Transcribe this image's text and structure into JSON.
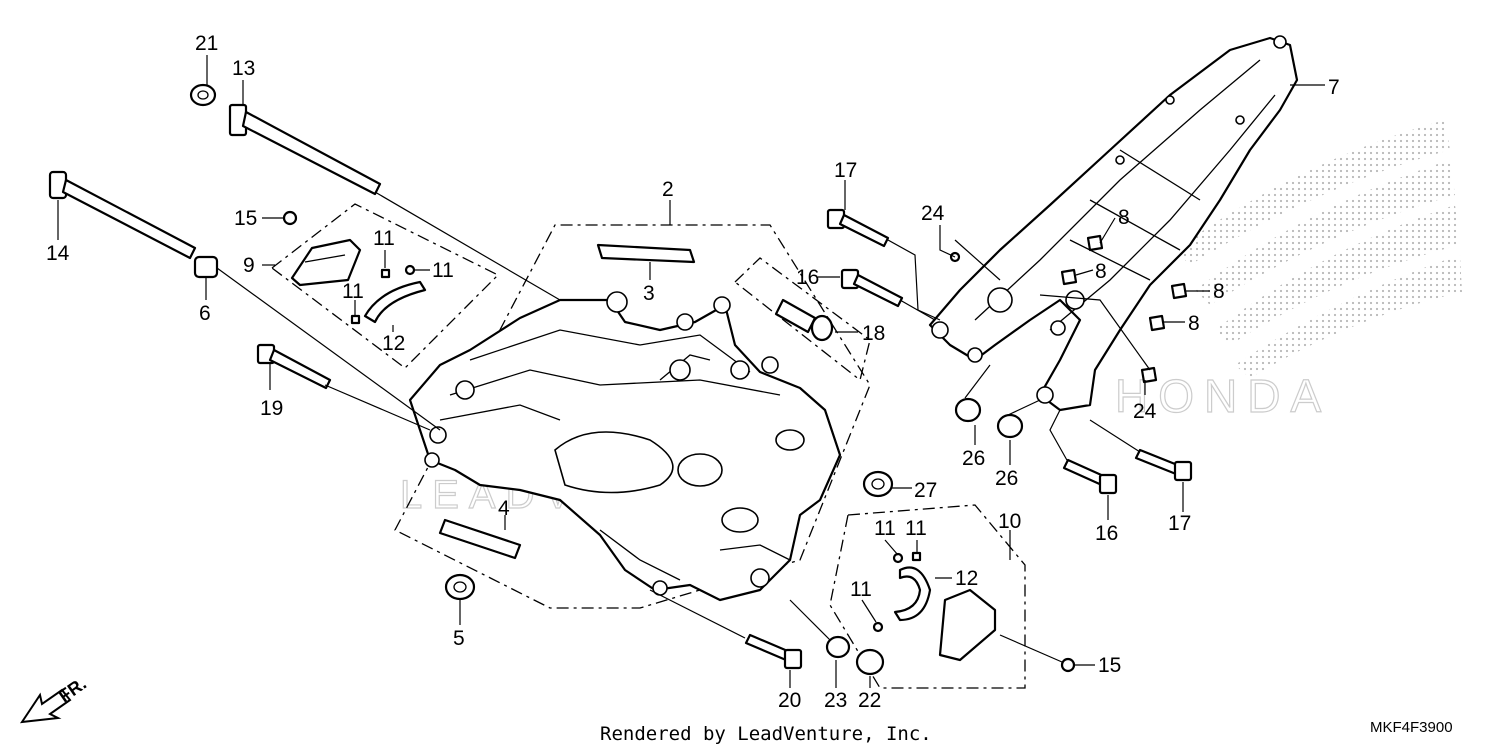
{
  "callouts": {
    "c2": "2",
    "c3": "3",
    "c4": "4",
    "c5": "5",
    "c6": "6",
    "c7": "7",
    "c8a": "8",
    "c8b": "8",
    "c8c": "8",
    "c8d": "8",
    "c9": "9",
    "c10": "10",
    "c11a": "11",
    "c11b": "11",
    "c11c": "11",
    "c11d": "11",
    "c11e": "11",
    "c11f": "11",
    "c12a": "12",
    "c12b": "12",
    "c13": "13",
    "c14": "14",
    "c15a": "15",
    "c15b": "15",
    "c16a": "16",
    "c16b": "16",
    "c17a": "17",
    "c17b": "17",
    "c18": "18",
    "c19": "19",
    "c20": "20",
    "c21": "21",
    "c22": "22",
    "c23": "23",
    "c24a": "24",
    "c24b": "24",
    "c26a": "26",
    "c26b": "26",
    "c27": "27"
  },
  "watermark": {
    "brand": "HONDA",
    "renderer": "LEADVENTURE"
  },
  "front_indicator": "FR.",
  "footer": {
    "credit": "Rendered by LeadVenture, Inc.",
    "diagram_code": "MKF4F3900"
  },
  "colors": {
    "line": "#000000",
    "background": "#ffffff",
    "watermark": "#cccccc"
  }
}
